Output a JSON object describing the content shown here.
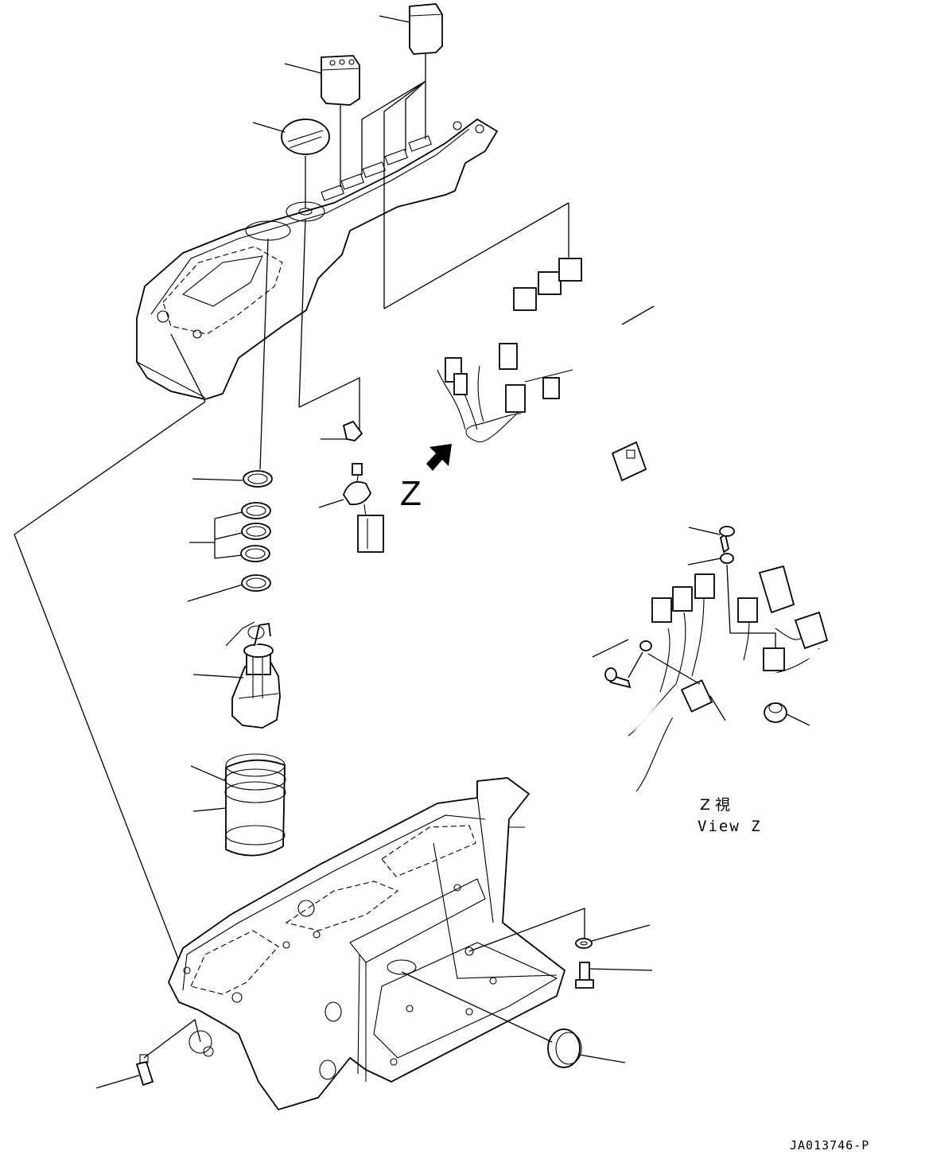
{
  "diagram": {
    "view_arrow_letter": "Z",
    "view_caption_kanji": "Z 視",
    "view_caption_en": "View Z",
    "drawing_code": "JA013746-P"
  },
  "colors": {
    "ink": "#000000",
    "paper": "#ffffff"
  }
}
